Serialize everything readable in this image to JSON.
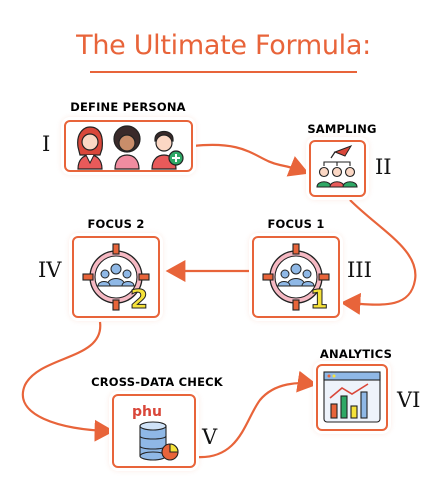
{
  "title": "The Ultimate Formula:",
  "steps": [
    {
      "label": "DEFINE PERSONA",
      "numeral": "I"
    },
    {
      "label": "SAMPLING",
      "numeral": "II"
    },
    {
      "label": "FOCUS 1",
      "numeral": "III"
    },
    {
      "label": "FOCUS 2",
      "numeral": "IV"
    },
    {
      "label": "CROSS-DATA CHECK",
      "numeral": "V"
    },
    {
      "label": "ANALYTICS",
      "numeral": "VI"
    }
  ],
  "badges": {
    "focus1_number": "1",
    "focus2_number": "2",
    "logo_text": "phu"
  },
  "colors": {
    "accent": "#e8643a",
    "pink": "#f08ca0",
    "blue": "#8fb8e6",
    "yellow": "#f5e23a"
  },
  "icons": [
    "people-icon",
    "sampling-icon",
    "target-group-icon",
    "target-group-icon",
    "database-icon",
    "analytics-dashboard-icon"
  ]
}
